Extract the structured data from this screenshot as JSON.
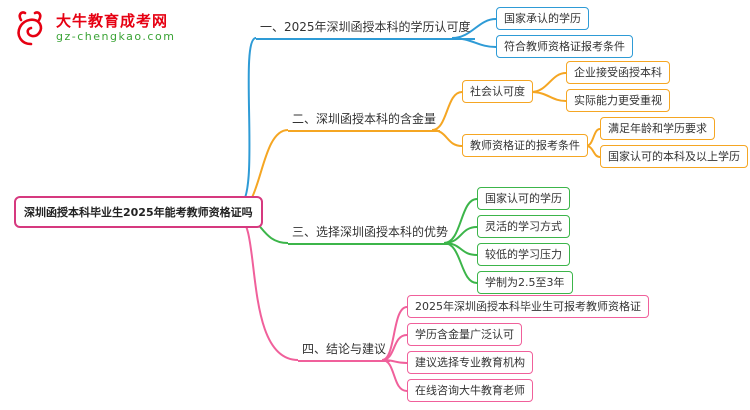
{
  "logo": {
    "title": "大牛教育成考网",
    "subtitle": "gz-chengkao.com",
    "title_color": "#e60012",
    "subtitle_color": "#3aa335",
    "icon": "bull-icon"
  },
  "colors": {
    "root": "#d6397f",
    "branch1": "#2e9bd6",
    "branch2": "#f5a623",
    "branch3": "#3cb54a",
    "branch4": "#f0609b",
    "text": "#333333",
    "background": "#ffffff"
  },
  "root": {
    "label": "深圳函授本科毕业生2025年能考教师资格证吗"
  },
  "branches": [
    {
      "label": "一、2025年深圳函授本科的学历认可度",
      "color": "#2e9bd6",
      "children": [
        {
          "label": "国家承认的学历"
        },
        {
          "label": "符合教师资格证报考条件"
        }
      ]
    },
    {
      "label": "二、深圳函授本科的含金量",
      "color": "#f5a623",
      "children": [
        {
          "label": "社会认可度",
          "children": [
            {
              "label": "企业接受函授本科"
            },
            {
              "label": "实际能力更受重视"
            }
          ]
        },
        {
          "label": "教师资格证的报考条件",
          "children": [
            {
              "label": "满足年龄和学历要求"
            },
            {
              "label": "国家认可的本科及以上学历"
            }
          ]
        }
      ]
    },
    {
      "label": "三、选择深圳函授本科的优势",
      "color": "#3cb54a",
      "children": [
        {
          "label": "国家认可的学历"
        },
        {
          "label": "灵活的学习方式"
        },
        {
          "label": "较低的学习压力"
        },
        {
          "label": "学制为2.5至3年"
        }
      ]
    },
    {
      "label": "四、结论与建议",
      "color": "#f0609b",
      "children": [
        {
          "label": "2025年深圳函授本科毕业生可报考教师资格证"
        },
        {
          "label": "学历含金量广泛认可"
        },
        {
          "label": "建议选择专业教育机构"
        },
        {
          "label": "在线咨询大牛教育老师"
        }
      ]
    }
  ]
}
